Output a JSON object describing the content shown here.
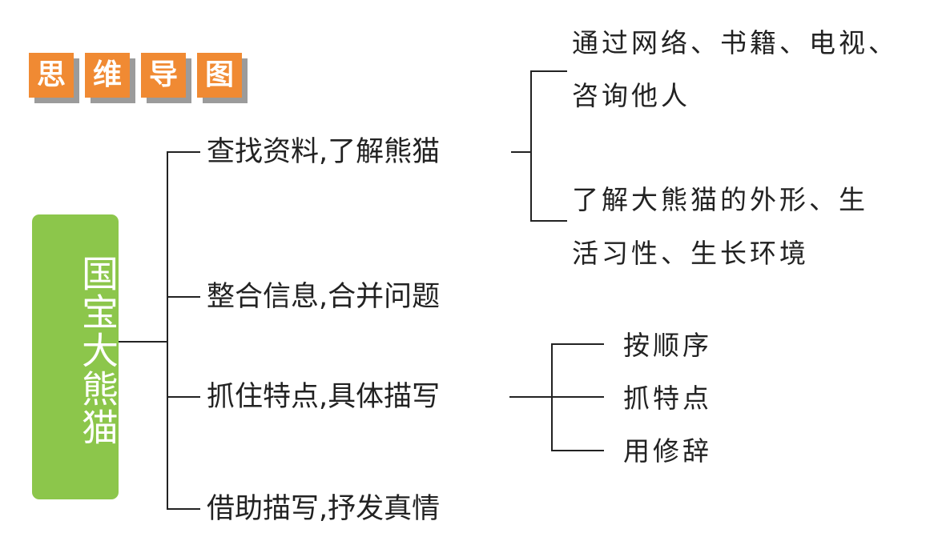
{
  "title": {
    "chars": [
      "思",
      "维",
      "导",
      "图"
    ]
  },
  "root": {
    "label": "国宝大熊猫"
  },
  "branches": [
    {
      "label": "查找资料,了解熊猫",
      "children": [
        {
          "line1": "通过网络、书籍、电视、",
          "line2": "咨询他人"
        },
        {
          "line1": "了解大熊猫的外形、生",
          "line2": "活习性、生长环境"
        }
      ]
    },
    {
      "label": "整合信息,合并问题"
    },
    {
      "label": "抓住特点,具体描写",
      "children": [
        {
          "label": "按顺序"
        },
        {
          "label": "抓特点"
        },
        {
          "label": "用修辞"
        }
      ]
    },
    {
      "label": "借助描写,抒发真情"
    }
  ],
  "colors": {
    "tile": "#f08a33",
    "tile_shadow": "#9b9b9b",
    "root": "#8cc64b",
    "line": "#222222"
  }
}
